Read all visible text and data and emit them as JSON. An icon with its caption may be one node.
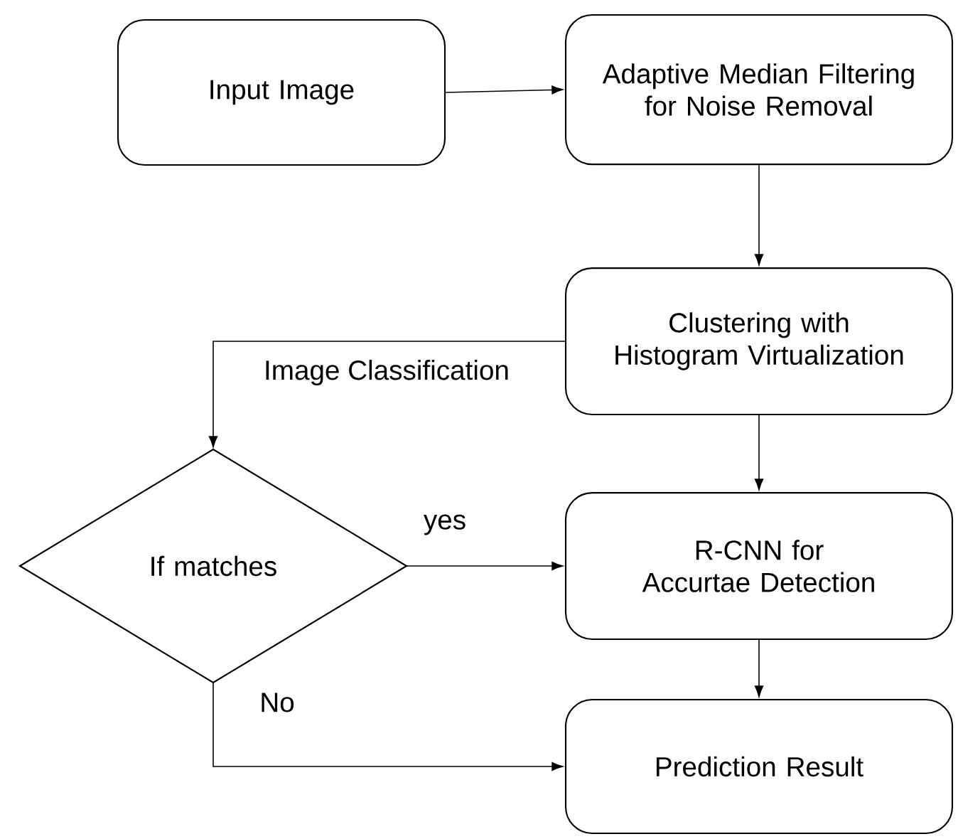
{
  "diagram": {
    "nodes": [
      {
        "text": [
          "Input Image"
        ]
      },
      {
        "text": [
          "Adaptive Median Filtering for Noise Removal"
        ]
      },
      {
        "text": [
          "Clustering with Histogram Virtualization"
        ]
      },
      {
        "text": [
          "If matches"
        ]
      },
      {
        "text": [
          "R-CNN for Accurtae Detection"
        ]
      },
      {
        "text": [
          "Prediction Result"
        ]
      }
    ],
    "edges": [
      {
        "from": 0,
        "to": 1,
        "arrow": "to"
      },
      {
        "from": 1,
        "to": 2,
        "arrow": "to"
      },
      {
        "from": 2,
        "to": 3,
        "arrow": "to",
        "label": "Image Classification"
      },
      {
        "from": 2,
        "to": 4,
        "arrow": "to"
      },
      {
        "from": 3,
        "to": 4,
        "arrow": "to",
        "label": "yes"
      },
      {
        "from": 4,
        "to": 5,
        "arrow": "to"
      },
      {
        "from": 3,
        "to": 5,
        "arrow": "to",
        "label": "No"
      }
    ]
  }
}
